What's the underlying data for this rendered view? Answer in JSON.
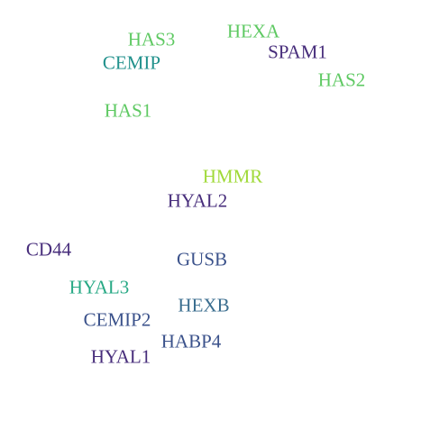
{
  "words": [
    {
      "id": "has3",
      "text": "HAS3",
      "color": "#5ec962"
    },
    {
      "id": "hexa",
      "text": "HEXA",
      "color": "#5ec962"
    },
    {
      "id": "spam1",
      "text": "SPAM1",
      "color": "#472d7b"
    },
    {
      "id": "cemip",
      "text": "CEMIP",
      "color": "#21918c"
    },
    {
      "id": "has2",
      "text": "HAS2",
      "color": "#5ec962"
    },
    {
      "id": "has1",
      "text": "HAS1",
      "color": "#5ec962"
    },
    {
      "id": "hmmr",
      "text": "HMMR",
      "color": "#a0da39"
    },
    {
      "id": "hyal2",
      "text": "HYAL2",
      "color": "#472d7b"
    },
    {
      "id": "cd44",
      "text": "CD44",
      "color": "#472d7b"
    },
    {
      "id": "gusb",
      "text": "GUSB",
      "color": "#3b528b"
    },
    {
      "id": "hyal3",
      "text": "HYAL3",
      "color": "#26a884"
    },
    {
      "id": "hexb",
      "text": "HEXB",
      "color": "#3b6e8f"
    },
    {
      "id": "cemip2",
      "text": "CEMIP2",
      "color": "#3b528b"
    },
    {
      "id": "habp4",
      "text": "HABP4",
      "color": "#3b528b"
    },
    {
      "id": "hyal1",
      "text": "HYAL1",
      "color": "#472d7b"
    }
  ]
}
